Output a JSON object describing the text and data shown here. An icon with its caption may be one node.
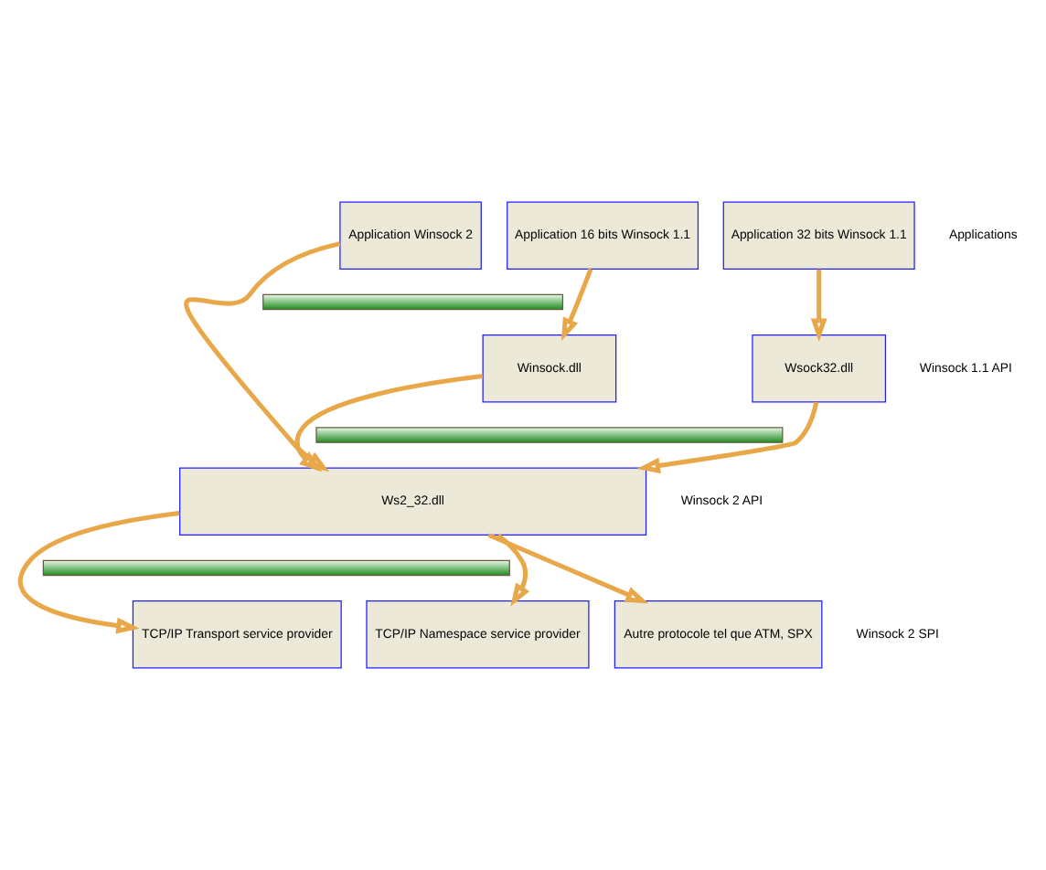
{
  "diagram": {
    "nodes": [
      {
        "text": [
          "Application Winsock 2"
        ]
      },
      {
        "text": [
          "Application 16 bits Winsock 1.1"
        ]
      },
      {
        "text": [
          "Application 32 bits Winsock 1.1"
        ]
      },
      {
        "text": [],
        "shape": "bar"
      },
      {
        "text": [
          "Winsock.dll"
        ]
      },
      {
        "text": [
          "Wsock32.dll"
        ]
      },
      {
        "text": [],
        "shape": "bar"
      },
      {
        "text": [
          "Ws2_32.dll"
        ]
      },
      {
        "text": [],
        "shape": "bar"
      },
      {
        "text": [
          "TCP/IP Transport service provider"
        ]
      },
      {
        "text": [
          "TCP/IP Namespace service provider"
        ]
      },
      {
        "text": [
          "Autre protocole tel que ATM, SPX"
        ]
      }
    ],
    "edges": [
      {
        "from": 0,
        "to": 7,
        "arrow": "to"
      },
      {
        "from": 1,
        "to": 4,
        "arrow": "to"
      },
      {
        "from": 2,
        "to": 5,
        "arrow": "to"
      },
      {
        "from": 4,
        "to": 7,
        "arrow": "to"
      },
      {
        "from": 5,
        "to": 7,
        "arrow": "to"
      },
      {
        "from": 7,
        "to": 9,
        "arrow": "to"
      },
      {
        "from": 7,
        "to": 10,
        "arrow": "to"
      },
      {
        "from": 7,
        "to": 11,
        "arrow": "to"
      }
    ],
    "labels": [
      "Applications",
      "Winsock 1.1 API",
      "Winsock 2 API",
      "Winsock 2 SPI"
    ]
  }
}
